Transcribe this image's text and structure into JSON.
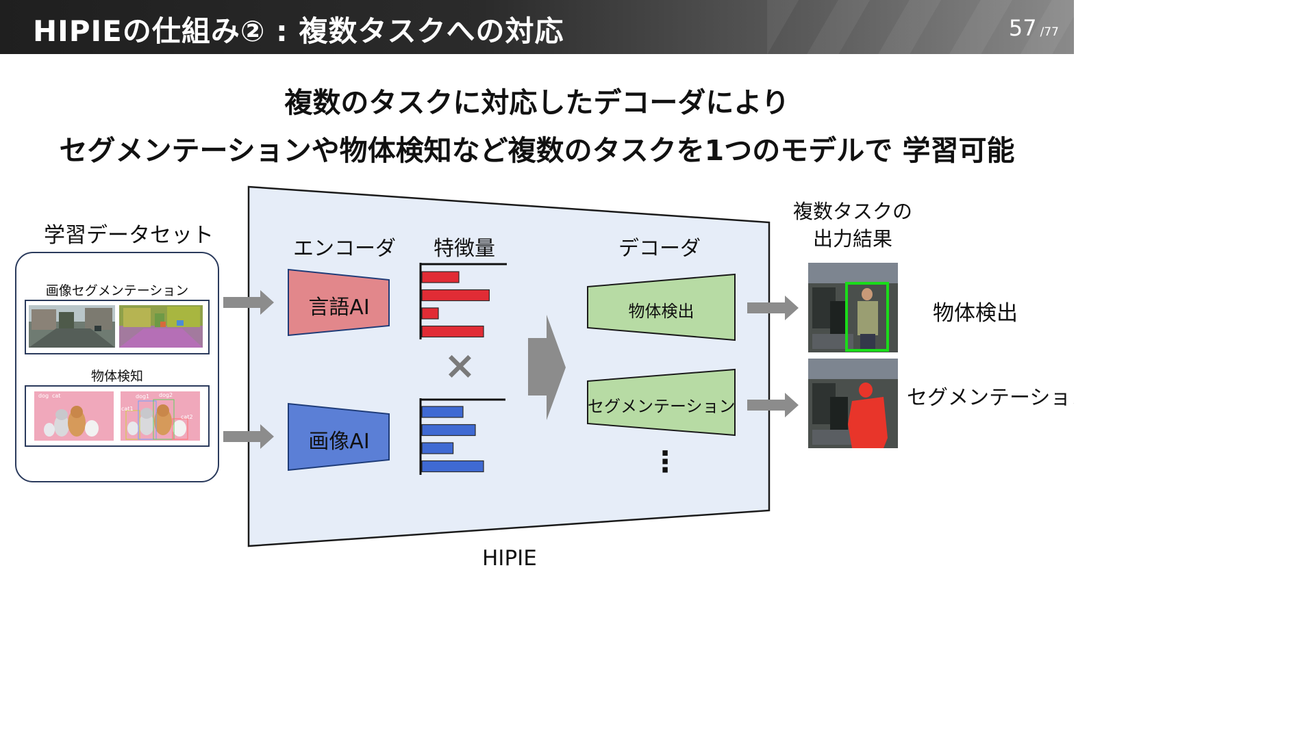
{
  "header": {
    "title": "HIPIEの仕組み② : 複数タスクへの対応",
    "page_current": "57",
    "page_total": "/77"
  },
  "headline": {
    "line1": "複数のタスクに対応したデコーダにより",
    "line2": "セグメンテーションや物体検知など複数のタスクを1つのモデルで 学習可能"
  },
  "dataset": {
    "title": "学習データセット",
    "seg_label": "画像セグメンテーション",
    "det_label": "物体検知",
    "det_tags": [
      "dog",
      "cat",
      "dog1",
      "dog2",
      "cat1",
      "cat2"
    ]
  },
  "model": {
    "name": "HIPIE",
    "encoder_label": "エンコーダ",
    "features_label": "特徴量",
    "decoder_label": "デコーダ",
    "language_ai": "言語AI",
    "image_ai": "画像AI",
    "times_symbol": "×",
    "decoder_detection": "物体検出",
    "decoder_segmentation": "セグメンテーション",
    "ellipsis": "⋮"
  },
  "outputs": {
    "title_line1": "複数タスクの",
    "title_line2": "出力結果",
    "detection": "物体検出",
    "segmentation": "セグメンテーション"
  },
  "colors": {
    "language_ai": "#e2878b",
    "image_ai": "#5b7fd6",
    "decoder": "#b7dba4",
    "model_bg": "#e6edf8",
    "bar_red": "#e12c35",
    "bar_blue": "#3f6ad3",
    "arrow": "#8c8c8c"
  },
  "feature_bars": {
    "red": [
      0.45,
      0.82,
      0.2,
      0.75
    ],
    "blue": [
      0.5,
      0.65,
      0.38,
      0.75
    ]
  }
}
